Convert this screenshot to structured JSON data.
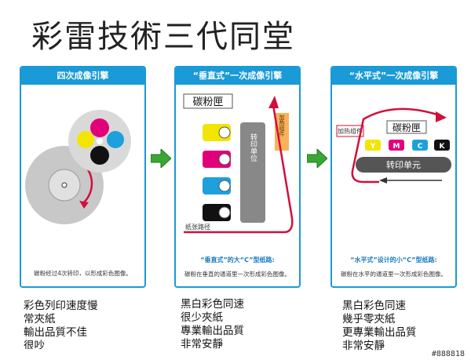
{
  "title": "彩雷技術三代同堂",
  "panels": [
    {
      "header": "四次成像引擎",
      "caption": "",
      "note": "碳粉经过4次转印，以形成彩色图像。",
      "bullets": [
        "彩色列印速度慢",
        "常夾紙",
        "輸出品質不佳",
        "很吵"
      ]
    },
    {
      "header": "“垂直式”一次成像引擎",
      "caption": "“垂直式”的大“C”型纸路:",
      "note": "碳粉在垂直的通道里一次形成彩色图像。",
      "labels": {
        "toner": "碳粉匣",
        "transfer": "转印单位",
        "heater": "加热组件",
        "paper_path": "纸张路径"
      },
      "bullets": [
        "黑白彩色同速",
        "很少夾紙",
        "專業輸出品質",
        "非常安靜"
      ]
    },
    {
      "header": "“水平式”一次成像引擎",
      "caption": "“水平式”设计的小“C”型纸路:",
      "note": "碳粉在水平的通道里一次形成彩色图像。",
      "labels": {
        "heater": "加热组件",
        "toner": "碳粉匣",
        "transfer": "转印单元",
        "y": "Y",
        "m": "M",
        "c": "C",
        "k": "K"
      },
      "bullets": [
        "黑白彩色同速",
        "幾乎零夾紙",
        "更專業輸出品質",
        "非常安靜"
      ]
    }
  ],
  "watermark": "#888818",
  "colors": {
    "accent": "#1a9ad6",
    "yellow": "#f2e500",
    "magenta": "#e2007a",
    "cyan": "#1ea0dc",
    "black": "#111111",
    "arrow_red": "#d0103a",
    "heater": "#f7b25a",
    "green_arrow": "#3aa635"
  }
}
